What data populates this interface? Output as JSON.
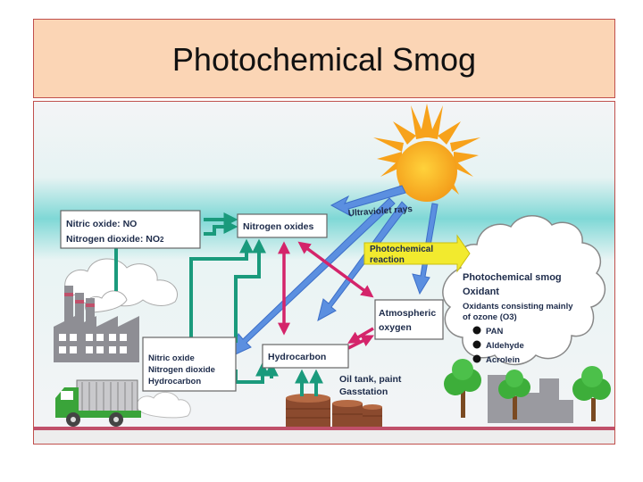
{
  "slide": {
    "title": "Photochemical Smog"
  },
  "diagram": {
    "sources_box": {
      "line1": "Nitric oxide: NO",
      "line2": "Nitrogen dioxide: NO",
      "line2_sub": "2"
    },
    "nitrogen_oxides": "Nitrogen oxides",
    "ultraviolet_rays": "Ultraviolet rays",
    "photochemical_reaction": {
      "line1": "Photochemical",
      "line2": "reaction"
    },
    "atmospheric_oxygen": {
      "line1": "Atmospheric",
      "line2": "oxygen"
    },
    "hydrocarbon": "Hydrocarbon",
    "vehicle_emissions": {
      "line1": "Nitric oxide",
      "line2": "Nitrogen dioxide",
      "line3": "Hydrocarbon"
    },
    "oil_tank": {
      "line1": "Oil tank, paint",
      "line2": "Gasstation"
    },
    "smog": {
      "line1": "Photochemical smog",
      "line2": "Oxidant",
      "line3": "Oxidants consisting mainly",
      "line4": "of ozone (O3)",
      "items": [
        "PAN",
        "Aldehyde",
        "Acrolein"
      ]
    }
  },
  "colors": {
    "green_arrow": "#1a9a7c",
    "magenta_arrow": "#d4246a",
    "blue_arrow": "#5b8fe0",
    "yellow_arrow": "#f2ea2e",
    "sun": "#f7a21b",
    "sky_band": "#7fd8d6",
    "ground": "#c0506a"
  }
}
